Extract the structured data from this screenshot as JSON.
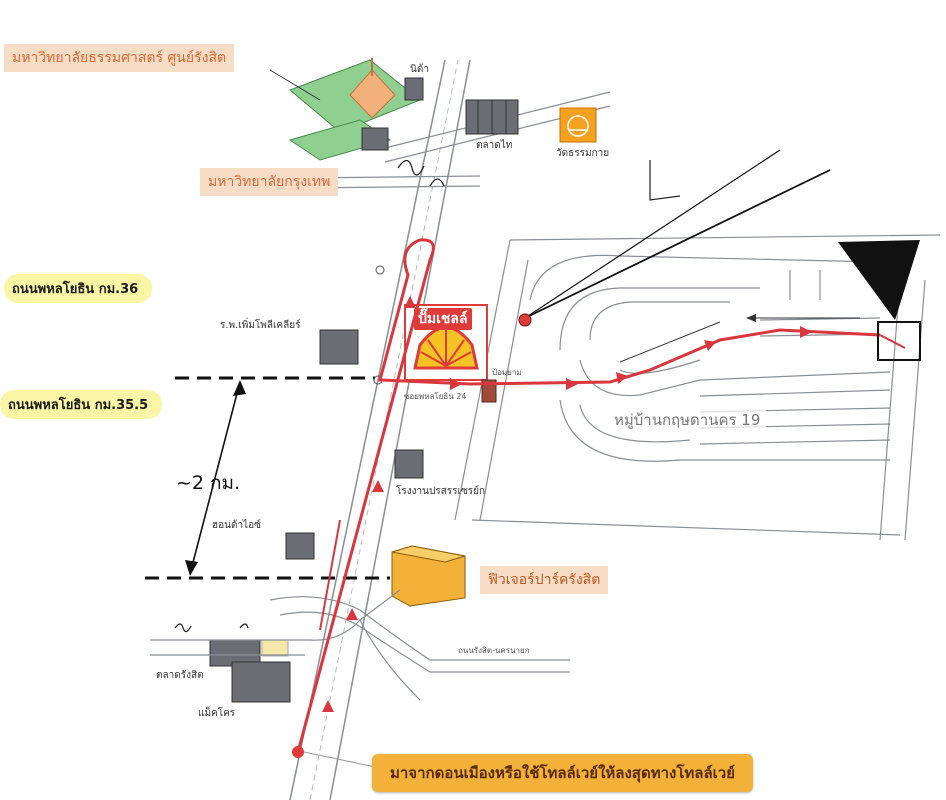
{
  "labels": {
    "thammasat": "มหาวิทยาลัยธรรมศาสตร์ ศูนย์รังสิต",
    "bangkok_univ": "มหาวิทยาลัยกรุงเทพ",
    "km36": "ถนนพหลโยธิน กม.36",
    "km35_5": "ถนนพหลโยธิน กม.35.5",
    "distance": "~2 กม.",
    "shell": "ปั๊มเชลล์",
    "village": "หมู่บ้านกฤษดานคร 19",
    "future_park": "ฟิวเจอร์ปาร์ครังสิต",
    "come_from": "มาจากดอนเมืองหรือใช้โทลล์เวย์ให้ลงสุดทางโทลล์เวย์",
    "market_bottom": "ตลาดรังสิต",
    "makro": "แม็คโคร",
    "market_top": "ตลาดไท",
    "wat": "วัดธรรมกาย",
    "nida": "นิด้า",
    "soi24": "ซอยพหลโยธิน 24",
    "pro_hospital": "ร.พ.เพิ่มโพลีเคลียร์",
    "factory": "โรงงานปรสรรเซรย์ก",
    "ptt": "ป้อมยาม",
    "honda": "ฮอนด้าไอซ์",
    "rangsit_nakhon": "ถนนรังสิต-นครนายก"
  },
  "colors": {
    "route": "#d9363e",
    "road": "#8a8f94",
    "building": "#6a6e74",
    "green_area": "#8fcf8f",
    "shell_red": "#e03b3b",
    "shell_yellow": "#f6c324",
    "future_park": "#f2b23a"
  },
  "icons": {
    "shell": "shell-logo-icon",
    "wat": "temple-sign-icon",
    "start": "start-point-icon",
    "destination": "destination-pin-icon"
  }
}
